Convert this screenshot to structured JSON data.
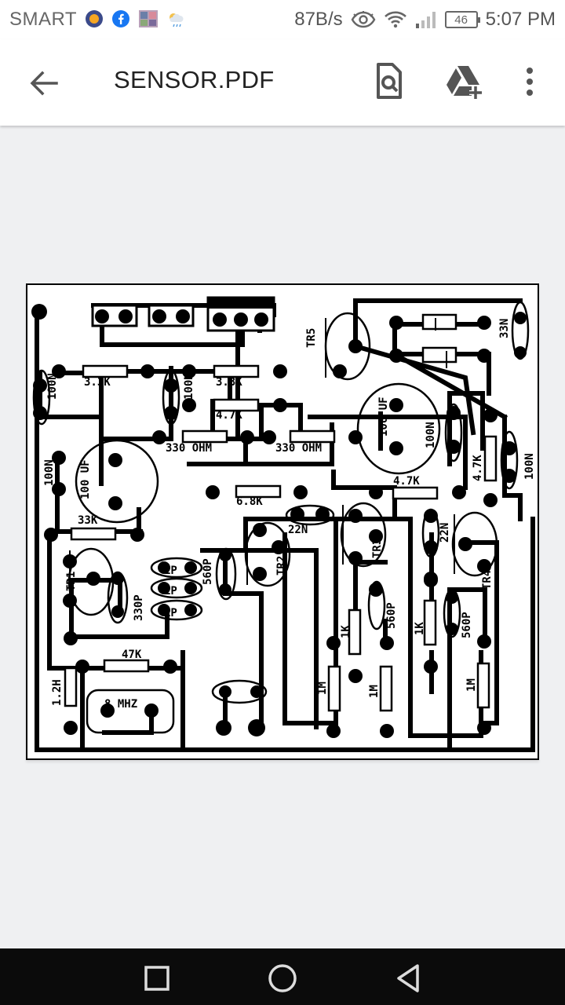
{
  "status_bar": {
    "carrier": "SMART",
    "net_speed": "87B/s",
    "battery": "46",
    "time": "5:07 PM",
    "icons": [
      "notification-app-icon",
      "facebook-icon",
      "gallery-icon",
      "weather-icon",
      "eye-icon",
      "wifi-icon",
      "signal-icon",
      "battery-icon"
    ]
  },
  "app_bar": {
    "title": "SENSOR.PDF",
    "icons": [
      "back-arrow-icon",
      "search-document-icon",
      "drive-add-icon",
      "more-vert-icon"
    ]
  },
  "document": {
    "component_labels": [
      "TR5",
      "33N",
      "100N",
      "3.3K",
      "100N",
      "3.3K",
      "4.7K",
      "330 OHM",
      "330 OHM",
      "100 UF",
      "100N",
      "100 UF",
      "100N",
      "4.7K",
      "4.7K",
      "100N",
      "6.8K",
      "22N",
      "TR1",
      "33K",
      "330P",
      "1P",
      "1P",
      "1P",
      "560P",
      "TR2",
      "TR3",
      "22N",
      "TR4",
      "1K",
      "560P",
      "1K",
      "560P",
      "47K",
      "1.2H",
      "8 MHZ",
      "1M",
      "1M",
      "1M"
    ]
  },
  "nav_bar": {
    "icons": [
      "recents-square-icon",
      "home-circle-icon",
      "back-triangle-icon"
    ]
  }
}
